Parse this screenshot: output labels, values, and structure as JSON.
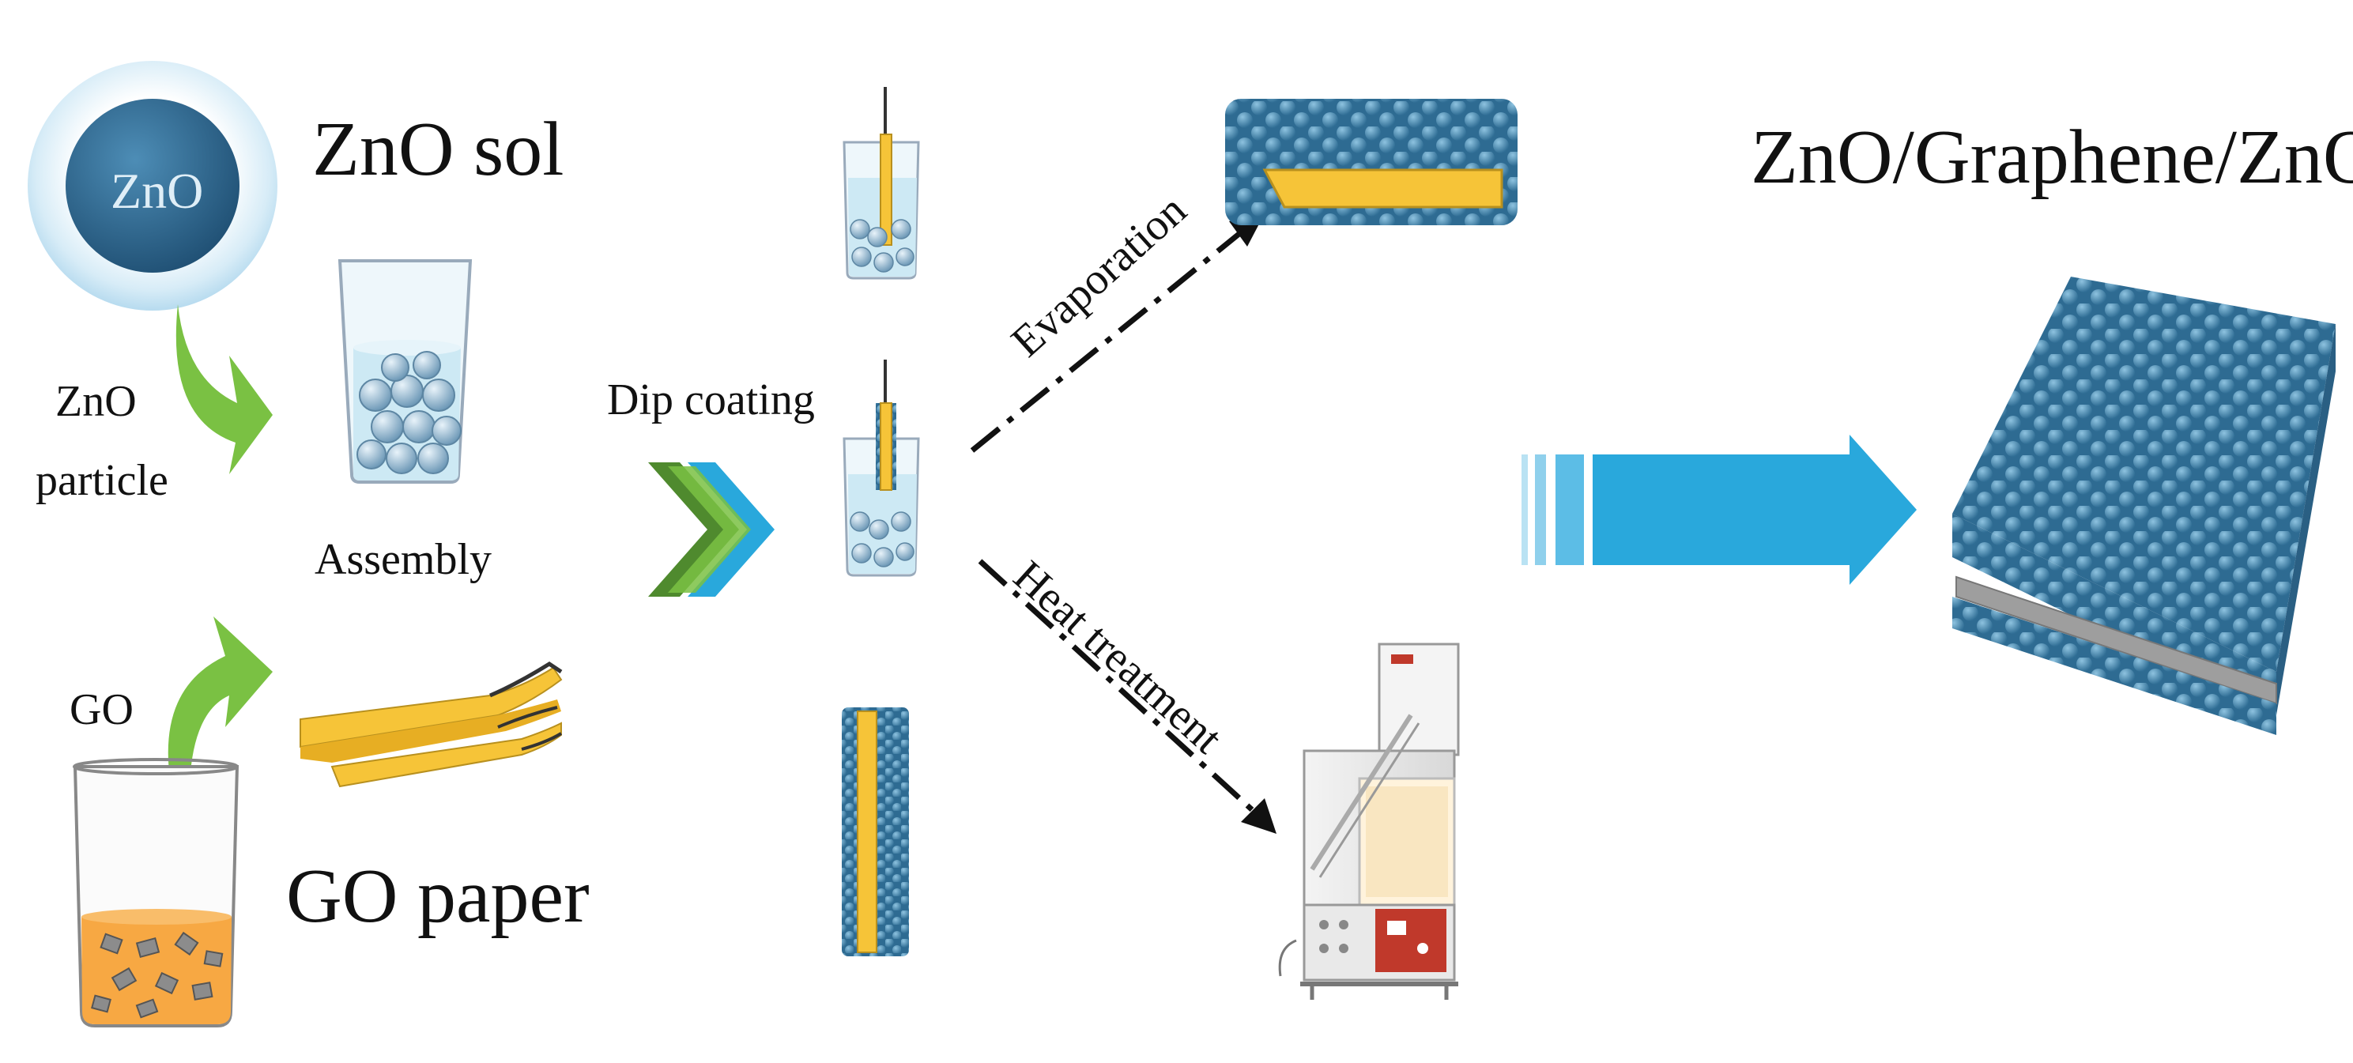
{
  "labels": {
    "zno_inner": "ZnO",
    "zno_sol": "ZnO sol",
    "zno_particle_line1": "ZnO",
    "zno_particle_line2": "particle",
    "assembly": "Assembly",
    "go": "GO",
    "go_paper": "GO paper",
    "dip_coating": "Dip coating",
    "evaporation": "Evaporation",
    "heat_treatment": "Heat treatment",
    "product": "ZnO/Graphene/ZnO"
  },
  "colors": {
    "zno_blue": "#3a78a0",
    "arrow_green": "#7ac143",
    "chevron_dark_green": "#4f8a2e",
    "arrow_blue": "#29a8dc",
    "go_yellow": "#f6c438",
    "go_liquid": "#f7a843",
    "beaker_liquid": "#cde9f4"
  }
}
